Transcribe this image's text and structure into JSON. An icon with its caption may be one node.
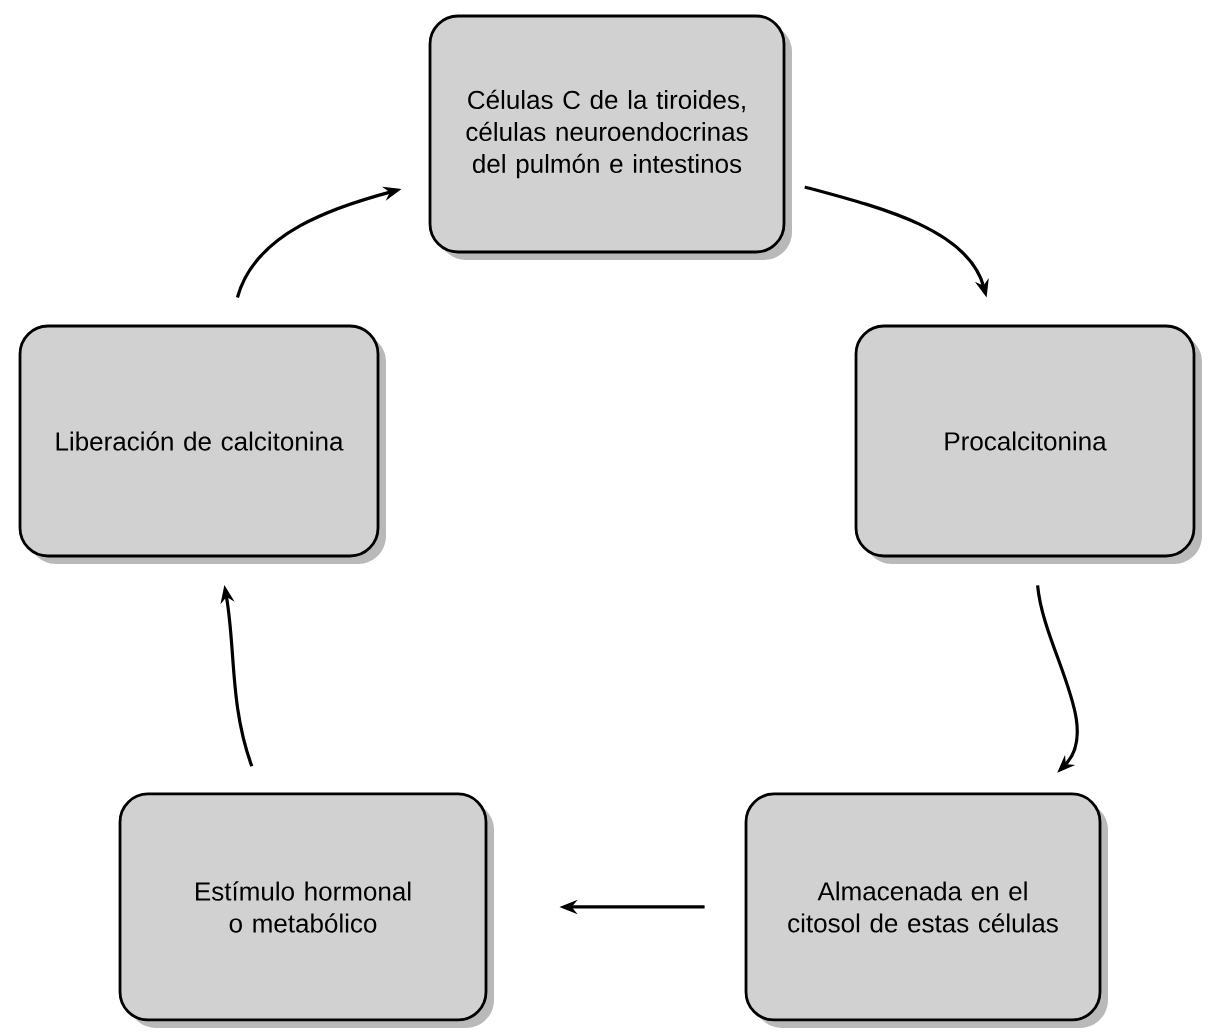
{
  "diagram": {
    "nodes": [
      {
        "text": [
          "Células C de la tiroides, células neuroendocrinas del pulmón e intestinos"
        ]
      },
      {
        "text": [
          "Procalcitonina"
        ]
      },
      {
        "text": [
          "Almacenada en el citosol de estas células"
        ]
      },
      {
        "text": [
          "Estímulo hormonal o metabólico"
        ]
      },
      {
        "text": [
          "Liberación de calcitonina"
        ]
      }
    ],
    "edges": [
      {
        "from": 0,
        "to": 1,
        "arrow": "to"
      },
      {
        "from": 1,
        "to": 2,
        "arrow": "to"
      },
      {
        "from": 2,
        "to": 3,
        "arrow": "to"
      },
      {
        "from": 3,
        "to": 4,
        "arrow": "to"
      },
      {
        "from": 4,
        "to": 0,
        "arrow": "to"
      }
    ]
  }
}
